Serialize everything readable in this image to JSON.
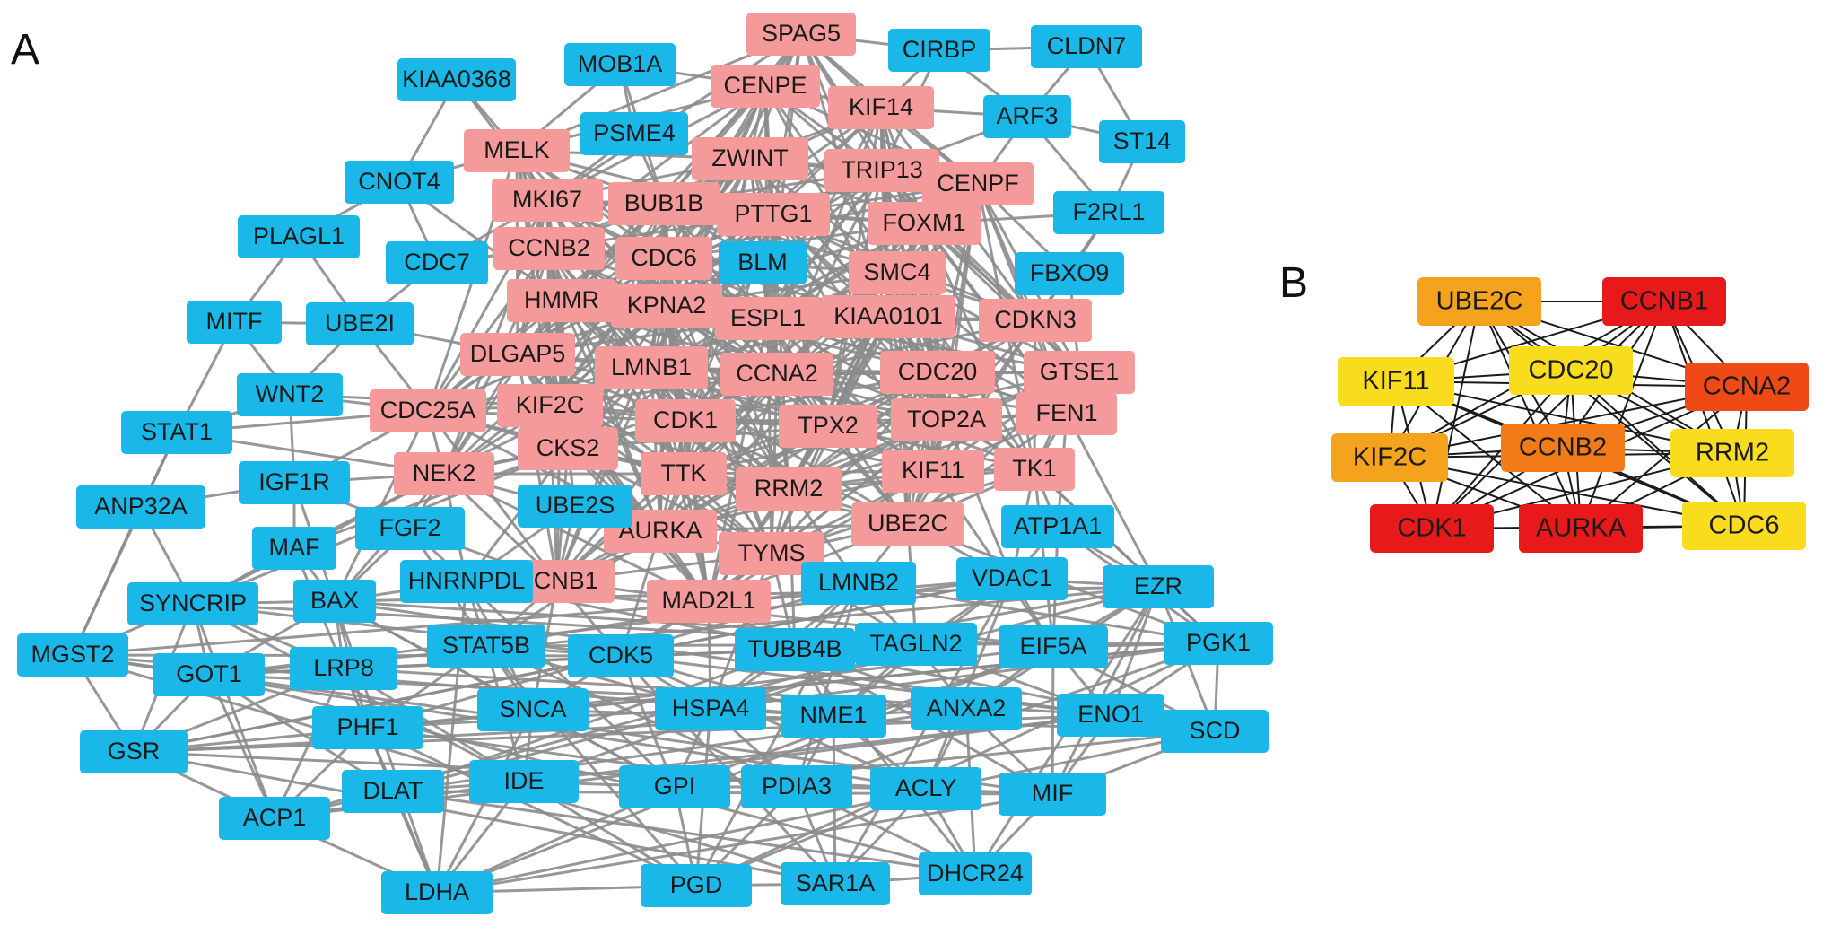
{
  "panel_labels": {
    "a": "A",
    "b": "B"
  },
  "colors": {
    "background": "#ffffff",
    "edge_a": "#8c8c8c",
    "edge_b": "#1a1a1a",
    "cyan_node": "#1ab8e8",
    "pink_node": "#f59a9a",
    "hub_red": "#e8191a",
    "hub_red_orange": "#ef4a16",
    "hub_orange": "#f27a18",
    "hub_amber": "#f5a21c",
    "hub_yellow": "#fadc1f",
    "label_text": "#1a1a1a"
  },
  "network_a": {
    "nodes": [
      {
        "id": "SPAG5",
        "group": "pink"
      },
      {
        "id": "CENPE",
        "group": "pink"
      },
      {
        "id": "KIF14",
        "group": "pink"
      },
      {
        "id": "MELK",
        "group": "pink"
      },
      {
        "id": "ZWINT",
        "group": "pink"
      },
      {
        "id": "TRIP13",
        "group": "pink"
      },
      {
        "id": "CENPF",
        "group": "pink"
      },
      {
        "id": "MKI67",
        "group": "pink"
      },
      {
        "id": "BUB1B",
        "group": "pink"
      },
      {
        "id": "PTTG1",
        "group": "pink"
      },
      {
        "id": "FOXM1",
        "group": "pink"
      },
      {
        "id": "CCNB2",
        "group": "pink"
      },
      {
        "id": "CDC6",
        "group": "pink"
      },
      {
        "id": "SMC4",
        "group": "pink"
      },
      {
        "id": "HMMR",
        "group": "pink"
      },
      {
        "id": "KPNA2",
        "group": "pink"
      },
      {
        "id": "ESPL1",
        "group": "pink"
      },
      {
        "id": "KIAA0101",
        "group": "pink"
      },
      {
        "id": "CDKN3",
        "group": "pink"
      },
      {
        "id": "DLGAP5",
        "group": "pink"
      },
      {
        "id": "LMNB1",
        "group": "pink"
      },
      {
        "id": "CCNA2",
        "group": "pink"
      },
      {
        "id": "CDC20",
        "group": "pink"
      },
      {
        "id": "GTSE1",
        "group": "pink"
      },
      {
        "id": "CDC25A",
        "group": "pink"
      },
      {
        "id": "KIF2C",
        "group": "pink"
      },
      {
        "id": "CDK1",
        "group": "pink"
      },
      {
        "id": "TPX2",
        "group": "pink"
      },
      {
        "id": "TOP2A",
        "group": "pink"
      },
      {
        "id": "FEN1",
        "group": "pink"
      },
      {
        "id": "CKS2",
        "group": "pink"
      },
      {
        "id": "NEK2",
        "group": "pink"
      },
      {
        "id": "TTK",
        "group": "pink"
      },
      {
        "id": "RRM2",
        "group": "pink"
      },
      {
        "id": "KIF11",
        "group": "pink"
      },
      {
        "id": "TK1",
        "group": "pink"
      },
      {
        "id": "AURKA",
        "group": "pink"
      },
      {
        "id": "UBE2C",
        "group": "pink"
      },
      {
        "id": "TYMS",
        "group": "pink"
      },
      {
        "id": "CCNB1",
        "group": "pink"
      },
      {
        "id": "MAD2L1",
        "group": "pink"
      },
      {
        "id": "MOB1A",
        "group": "cyan"
      },
      {
        "id": "CIRBP",
        "group": "cyan"
      },
      {
        "id": "CLDN7",
        "group": "cyan"
      },
      {
        "id": "KIAA0368",
        "group": "cyan"
      },
      {
        "id": "ARF3",
        "group": "cyan"
      },
      {
        "id": "PSME4",
        "group": "cyan"
      },
      {
        "id": "ST14",
        "group": "cyan"
      },
      {
        "id": "CNOT4",
        "group": "cyan"
      },
      {
        "id": "F2RL1",
        "group": "cyan"
      },
      {
        "id": "PLAGL1",
        "group": "cyan"
      },
      {
        "id": "CDC7",
        "group": "cyan"
      },
      {
        "id": "BLM",
        "group": "cyan"
      },
      {
        "id": "FBXO9",
        "group": "cyan"
      },
      {
        "id": "MITF",
        "group": "cyan"
      },
      {
        "id": "UBE2I",
        "group": "cyan"
      },
      {
        "id": "WNT2",
        "group": "cyan"
      },
      {
        "id": "STAT1",
        "group": "cyan"
      },
      {
        "id": "IGF1R",
        "group": "cyan"
      },
      {
        "id": "ANP32A",
        "group": "cyan"
      },
      {
        "id": "UBE2S",
        "group": "cyan"
      },
      {
        "id": "ATP1A1",
        "group": "cyan"
      },
      {
        "id": "FGF2",
        "group": "cyan"
      },
      {
        "id": "MAF",
        "group": "cyan"
      },
      {
        "id": "HNRNPDL",
        "group": "cyan"
      },
      {
        "id": "LMNB2",
        "group": "cyan"
      },
      {
        "id": "VDAC1",
        "group": "cyan"
      },
      {
        "id": "EZR",
        "group": "cyan"
      },
      {
        "id": "SYNCRIP",
        "group": "cyan"
      },
      {
        "id": "BAX",
        "group": "cyan"
      },
      {
        "id": "STAT5B",
        "group": "cyan"
      },
      {
        "id": "CDK5",
        "group": "cyan"
      },
      {
        "id": "TUBB4B",
        "group": "cyan"
      },
      {
        "id": "TAGLN2",
        "group": "cyan"
      },
      {
        "id": "EIF5A",
        "group": "cyan"
      },
      {
        "id": "PGK1",
        "group": "cyan"
      },
      {
        "id": "MGST2",
        "group": "cyan"
      },
      {
        "id": "GOT1",
        "group": "cyan"
      },
      {
        "id": "LRP8",
        "group": "cyan"
      },
      {
        "id": "SNCA",
        "group": "cyan"
      },
      {
        "id": "HSPA4",
        "group": "cyan"
      },
      {
        "id": "NME1",
        "group": "cyan"
      },
      {
        "id": "ANXA2",
        "group": "cyan"
      },
      {
        "id": "ENO1",
        "group": "cyan"
      },
      {
        "id": "SCD",
        "group": "cyan"
      },
      {
        "id": "PHF1",
        "group": "cyan"
      },
      {
        "id": "GSR",
        "group": "cyan"
      },
      {
        "id": "DLAT",
        "group": "cyan"
      },
      {
        "id": "IDE",
        "group": "cyan"
      },
      {
        "id": "GPI",
        "group": "cyan"
      },
      {
        "id": "PDIA3",
        "group": "cyan"
      },
      {
        "id": "ACLY",
        "group": "cyan"
      },
      {
        "id": "MIF",
        "group": "cyan"
      },
      {
        "id": "ACP1",
        "group": "cyan"
      },
      {
        "id": "LDHA",
        "group": "cyan"
      },
      {
        "id": "PGD",
        "group": "cyan"
      },
      {
        "id": "SAR1A",
        "group": "cyan"
      },
      {
        "id": "DHCR24",
        "group": "cyan"
      }
    ]
  },
  "network_b": {
    "nodes": [
      {
        "id": "UBE2C",
        "color": "#f5a21c"
      },
      {
        "id": "CCNB1",
        "color": "#e8191a"
      },
      {
        "id": "KIF11",
        "color": "#fadc1f"
      },
      {
        "id": "CDC20",
        "color": "#fadc1f"
      },
      {
        "id": "CCNA2",
        "color": "#ef4a16"
      },
      {
        "id": "KIF2C",
        "color": "#f5a21c"
      },
      {
        "id": "CCNB2",
        "color": "#f27a18"
      },
      {
        "id": "RRM2",
        "color": "#fadc1f"
      },
      {
        "id": "CDK1",
        "color": "#e8191a"
      },
      {
        "id": "AURKA",
        "color": "#e8191a"
      },
      {
        "id": "CDC6",
        "color": "#fadc1f"
      }
    ]
  }
}
